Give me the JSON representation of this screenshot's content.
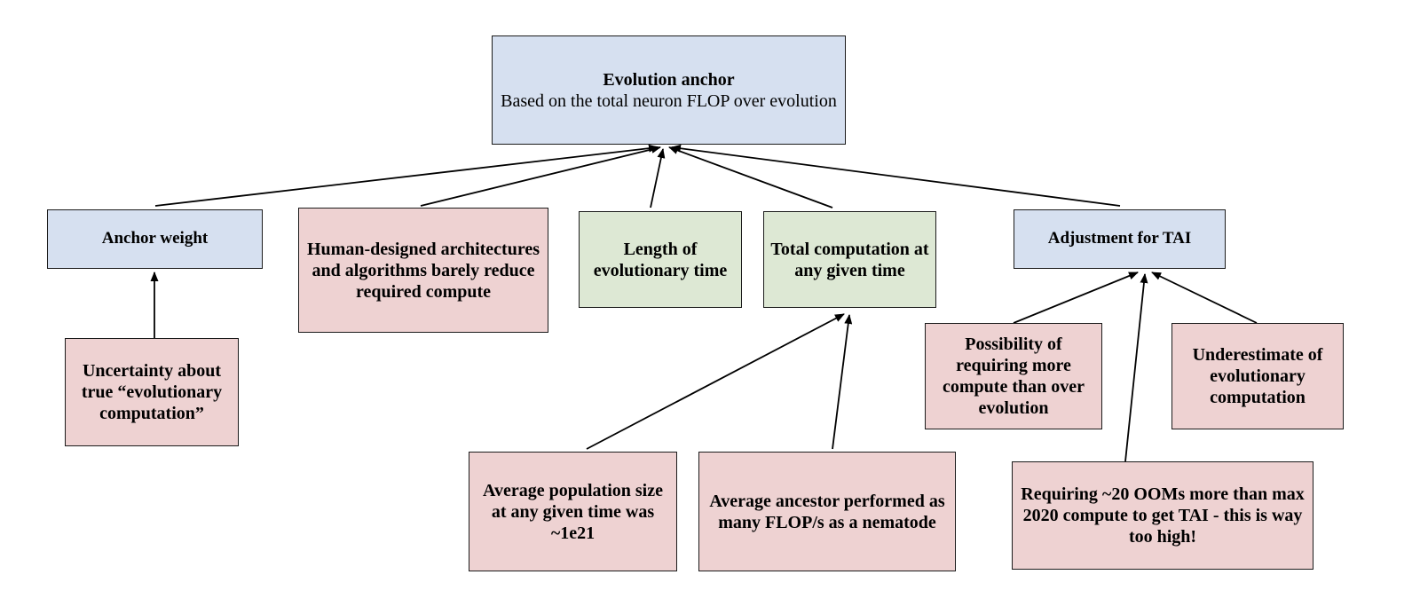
{
  "diagram": {
    "type": "flowchart",
    "orientation": "bottom-up arrows",
    "background": "#ffffff",
    "colors": {
      "blue_fill": "#d6e0f0",
      "pink_fill": "#eed2d2",
      "green_fill": "#dde8d4",
      "border": "#1b1b1b",
      "arrow": "#000000"
    },
    "nodes": {
      "evolution_anchor": {
        "title": "Evolution anchor",
        "subtitle": "Based on the total neuron FLOP over evolution",
        "color": "blue"
      },
      "anchor_weight": {
        "title": "Anchor weight",
        "color": "blue"
      },
      "human_designed": {
        "title": "Human-designed architectures and algorithms barely reduce required compute",
        "color": "pink"
      },
      "length_evolutionary_time": {
        "title": "Length of evolutionary time",
        "color": "green"
      },
      "total_computation": {
        "title": "Total computation at any given time",
        "color": "green"
      },
      "adjustment_tai": {
        "title": "Adjustment for TAI",
        "color": "blue"
      },
      "uncertainty": {
        "title": "Uncertainty about true “evolutionary computation”",
        "color": "pink"
      },
      "avg_population": {
        "title": "Average population size at any given time was ~1e21",
        "color": "pink"
      },
      "avg_ancestor": {
        "title": "Average ancestor performed as many FLOP/s as a nematode",
        "color": "pink"
      },
      "possibility_more_compute": {
        "title": "Possibility of requiring more compute than over evolution",
        "color": "pink"
      },
      "underestimate": {
        "title": "Underestimate of evolutionary computation",
        "color": "pink"
      },
      "requiring_20_ooms": {
        "title": "Requiring ~20 OOMs more than max 2020 compute to get TAI  - this is way too high!",
        "color": "pink"
      }
    },
    "edges": [
      {
        "from": "anchor_weight",
        "to": "evolution_anchor"
      },
      {
        "from": "human_designed",
        "to": "evolution_anchor"
      },
      {
        "from": "length_evolutionary_time",
        "to": "evolution_anchor"
      },
      {
        "from": "total_computation",
        "to": "evolution_anchor"
      },
      {
        "from": "adjustment_tai",
        "to": "evolution_anchor"
      },
      {
        "from": "uncertainty",
        "to": "anchor_weight"
      },
      {
        "from": "avg_population",
        "to": "total_computation"
      },
      {
        "from": "avg_ancestor",
        "to": "total_computation"
      },
      {
        "from": "possibility_more_compute",
        "to": "adjustment_tai"
      },
      {
        "from": "requiring_20_ooms",
        "to": "adjustment_tai"
      },
      {
        "from": "underestimate",
        "to": "adjustment_tai"
      }
    ]
  }
}
